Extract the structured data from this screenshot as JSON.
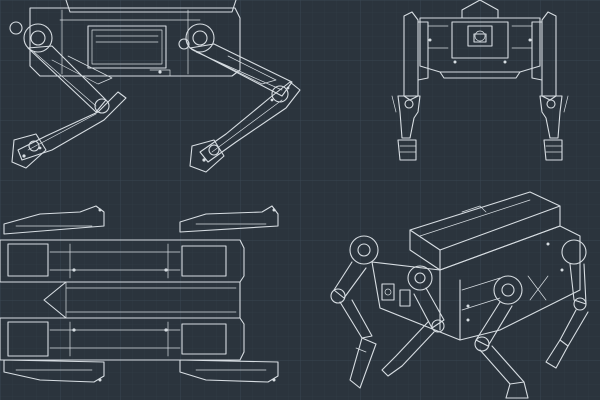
{
  "drawing": {
    "colors": {
      "background": "#2b343d",
      "grid_minor": "#33404a",
      "grid_major": "#3b4955",
      "linework": "#d7dde2"
    },
    "views": [
      {
        "name": "side-view"
      },
      {
        "name": "front-view"
      },
      {
        "name": "top-view"
      },
      {
        "name": "isometric-view"
      }
    ]
  }
}
